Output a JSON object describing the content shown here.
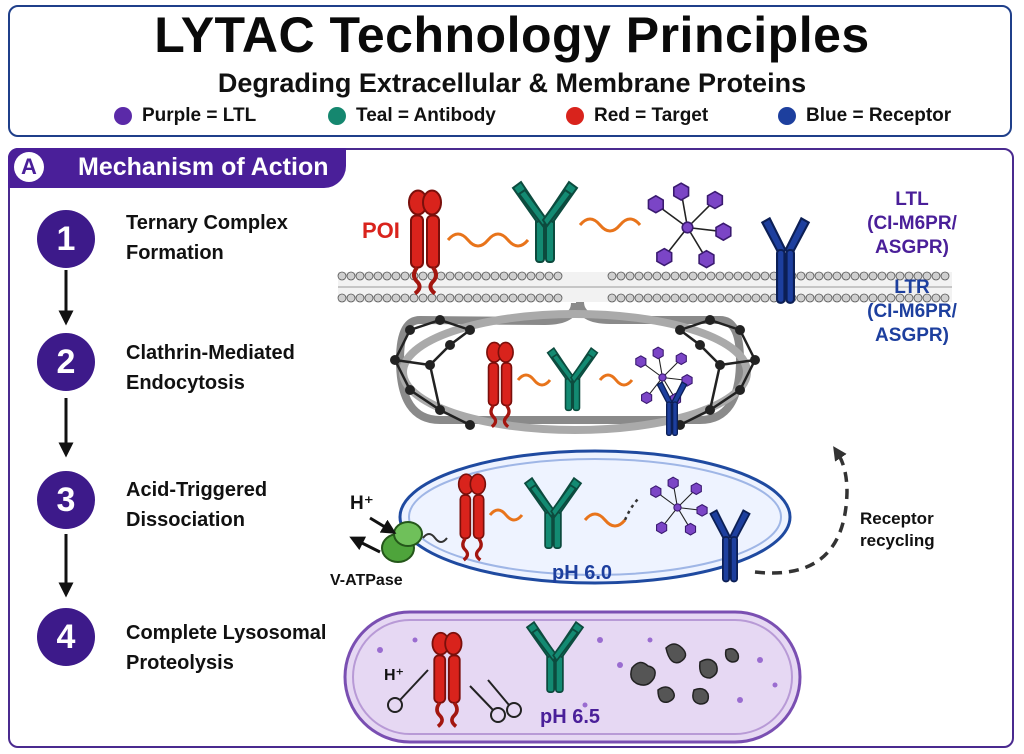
{
  "header": {
    "title": "LYTAC Technology Principles",
    "subtitle": "Degrading Extracellular & Membrane Proteins",
    "legend": [
      {
        "label": "Purple = LTL",
        "color": "#5b2aa8"
      },
      {
        "label": "Teal = Antibody",
        "color": "#15876f"
      },
      {
        "label": "Red = Target",
        "color": "#d9231c"
      },
      {
        "label": "Blue = Receptor",
        "color": "#1d3f9e"
      }
    ]
  },
  "panel": {
    "letter": "A",
    "title": "Mechanism of Action"
  },
  "steps": [
    {
      "number": "1",
      "line1": "Ternary Complex",
      "line2": "Formation"
    },
    {
      "number": "2",
      "line1": "Clathrin-Mediated",
      "line2": "Endocytosis"
    },
    {
      "number": "3",
      "line1": "Acid-Triggered",
      "line2": "Dissociation"
    },
    {
      "number": "4",
      "line1": "Complete Lysosomal",
      "line2": "Proteolysis"
    }
  ],
  "labels": {
    "poi": "POI",
    "ltl_line1": "LTL",
    "ltl_line2": "(CI-M6PR/",
    "ltl_line3": "ASGPR)",
    "ltr_line1": "LTR",
    "ltr_line2": "(CI-M6PR/",
    "ltr_line3": "ASGPR)",
    "proton": "H⁺",
    "vatpase": "V-ATPase",
    "ph_endosome": "pH 6.0",
    "ph_lysosome": "pH 6.5",
    "recycling_line1": "Receptor",
    "recycling_line2": "recycling",
    "proton_lyso": "H⁺"
  },
  "colors": {
    "ltl": "#6b35b8",
    "antibody": "#138a72",
    "target": "#d9231c",
    "receptor": "#1d3f9e",
    "linker": "#e8741b",
    "vatpase": "#4ea43b",
    "endosome_fill": "#eef3ff",
    "lysosome_fill": "#e6d8f3"
  }
}
